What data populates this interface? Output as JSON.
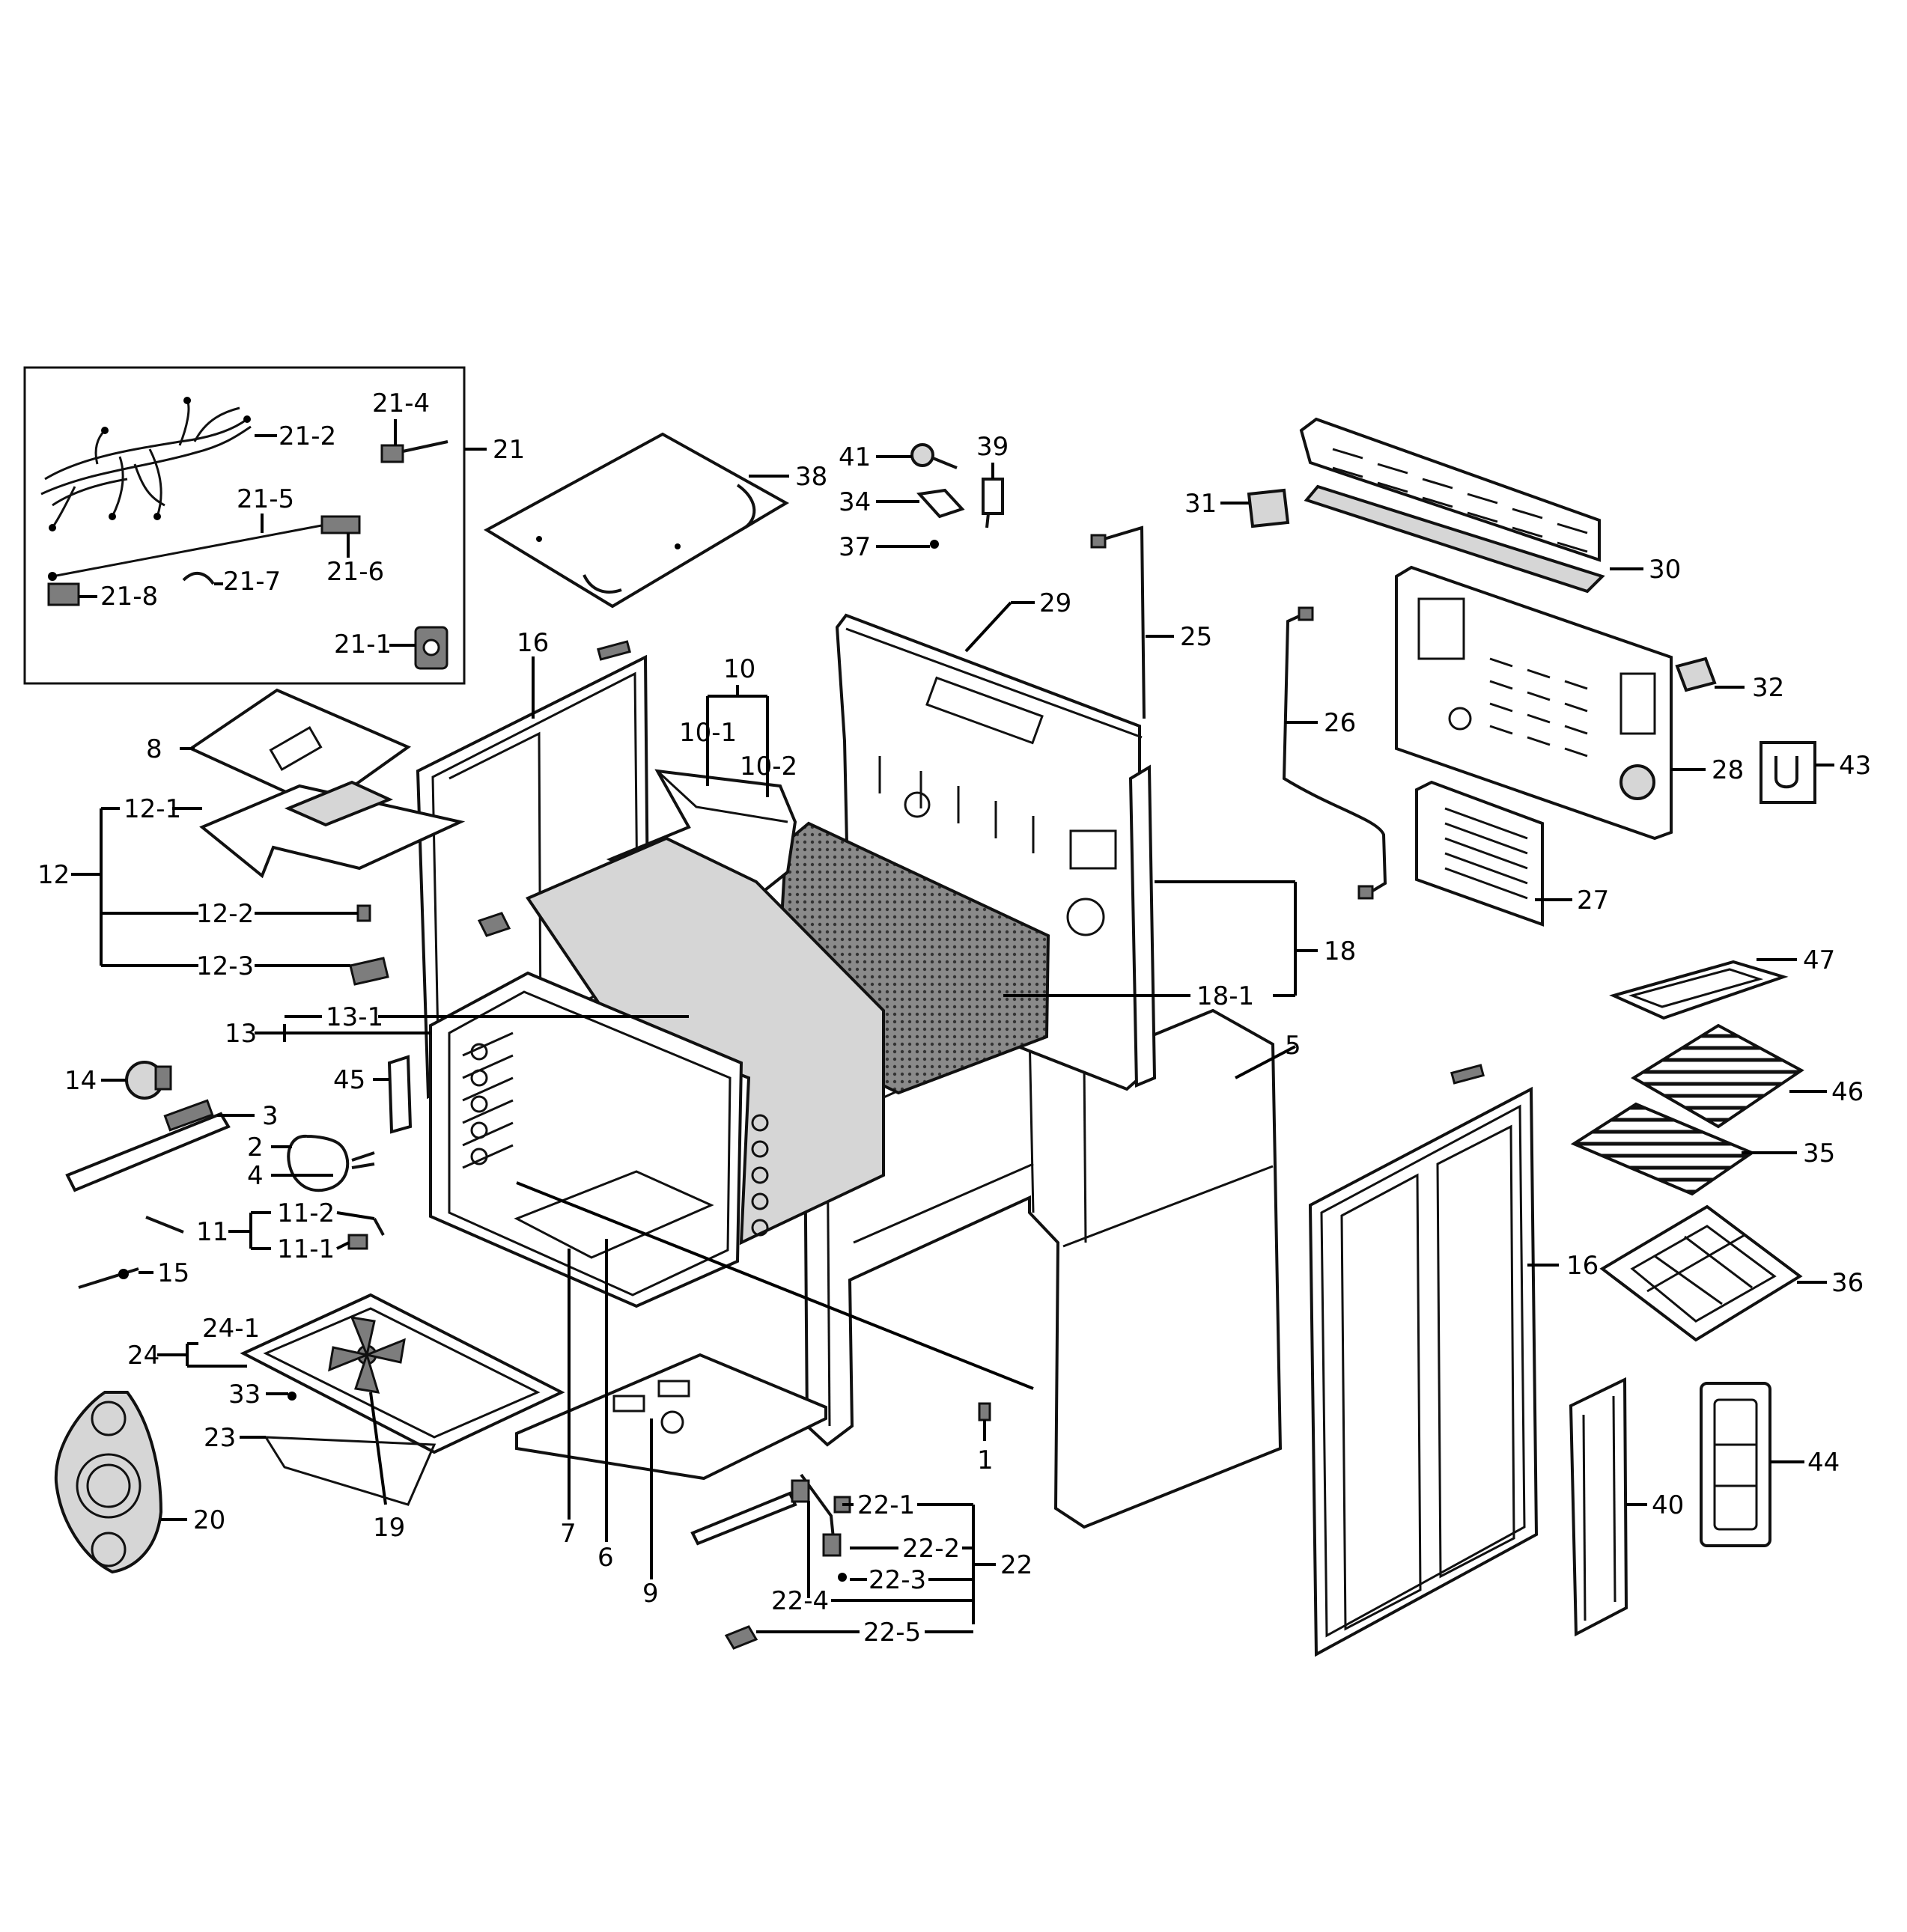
{
  "labels": {
    "p1": "1",
    "p2": "2",
    "p3": "3",
    "p4": "4",
    "p5": "5",
    "p6": "6",
    "p7": "7",
    "p8": "8",
    "p9": "9",
    "p10": "10",
    "p10_1": "10-1",
    "p10_2": "10-2",
    "p11": "11",
    "p11_1": "11-1",
    "p11_2": "11-2",
    "p12": "12",
    "p12_1": "12-1",
    "p12_2": "12-2",
    "p12_3": "12-3",
    "p13": "13",
    "p13_1": "13-1",
    "p14": "14",
    "p15": "15",
    "p16a": "16",
    "p16b": "16",
    "p18": "18",
    "p18_1": "18-1",
    "p19": "19",
    "p20": "20",
    "p21": "21",
    "p21_1": "21-1",
    "p21_2": "21-2",
    "p21_4": "21-4",
    "p21_5": "21-5",
    "p21_6": "21-6",
    "p21_7": "21-7",
    "p21_8": "21-8",
    "p22": "22",
    "p22_1": "22-1",
    "p22_2": "22-2",
    "p22_3": "22-3",
    "p22_4": "22-4",
    "p22_5": "22-5",
    "p23": "23",
    "p24": "24",
    "p24_1": "24-1",
    "p25": "25",
    "p26": "26",
    "p27": "27",
    "p28": "28",
    "p29": "29",
    "p30": "30",
    "p31": "31",
    "p32": "32",
    "p33": "33",
    "p34": "34",
    "p35": "35",
    "p36": "36",
    "p37": "37",
    "p38": "38",
    "p39": "39",
    "p40": "40",
    "p41": "41",
    "p43": "43",
    "p44": "44",
    "p45": "45",
    "p46": "46",
    "p47": "47"
  }
}
